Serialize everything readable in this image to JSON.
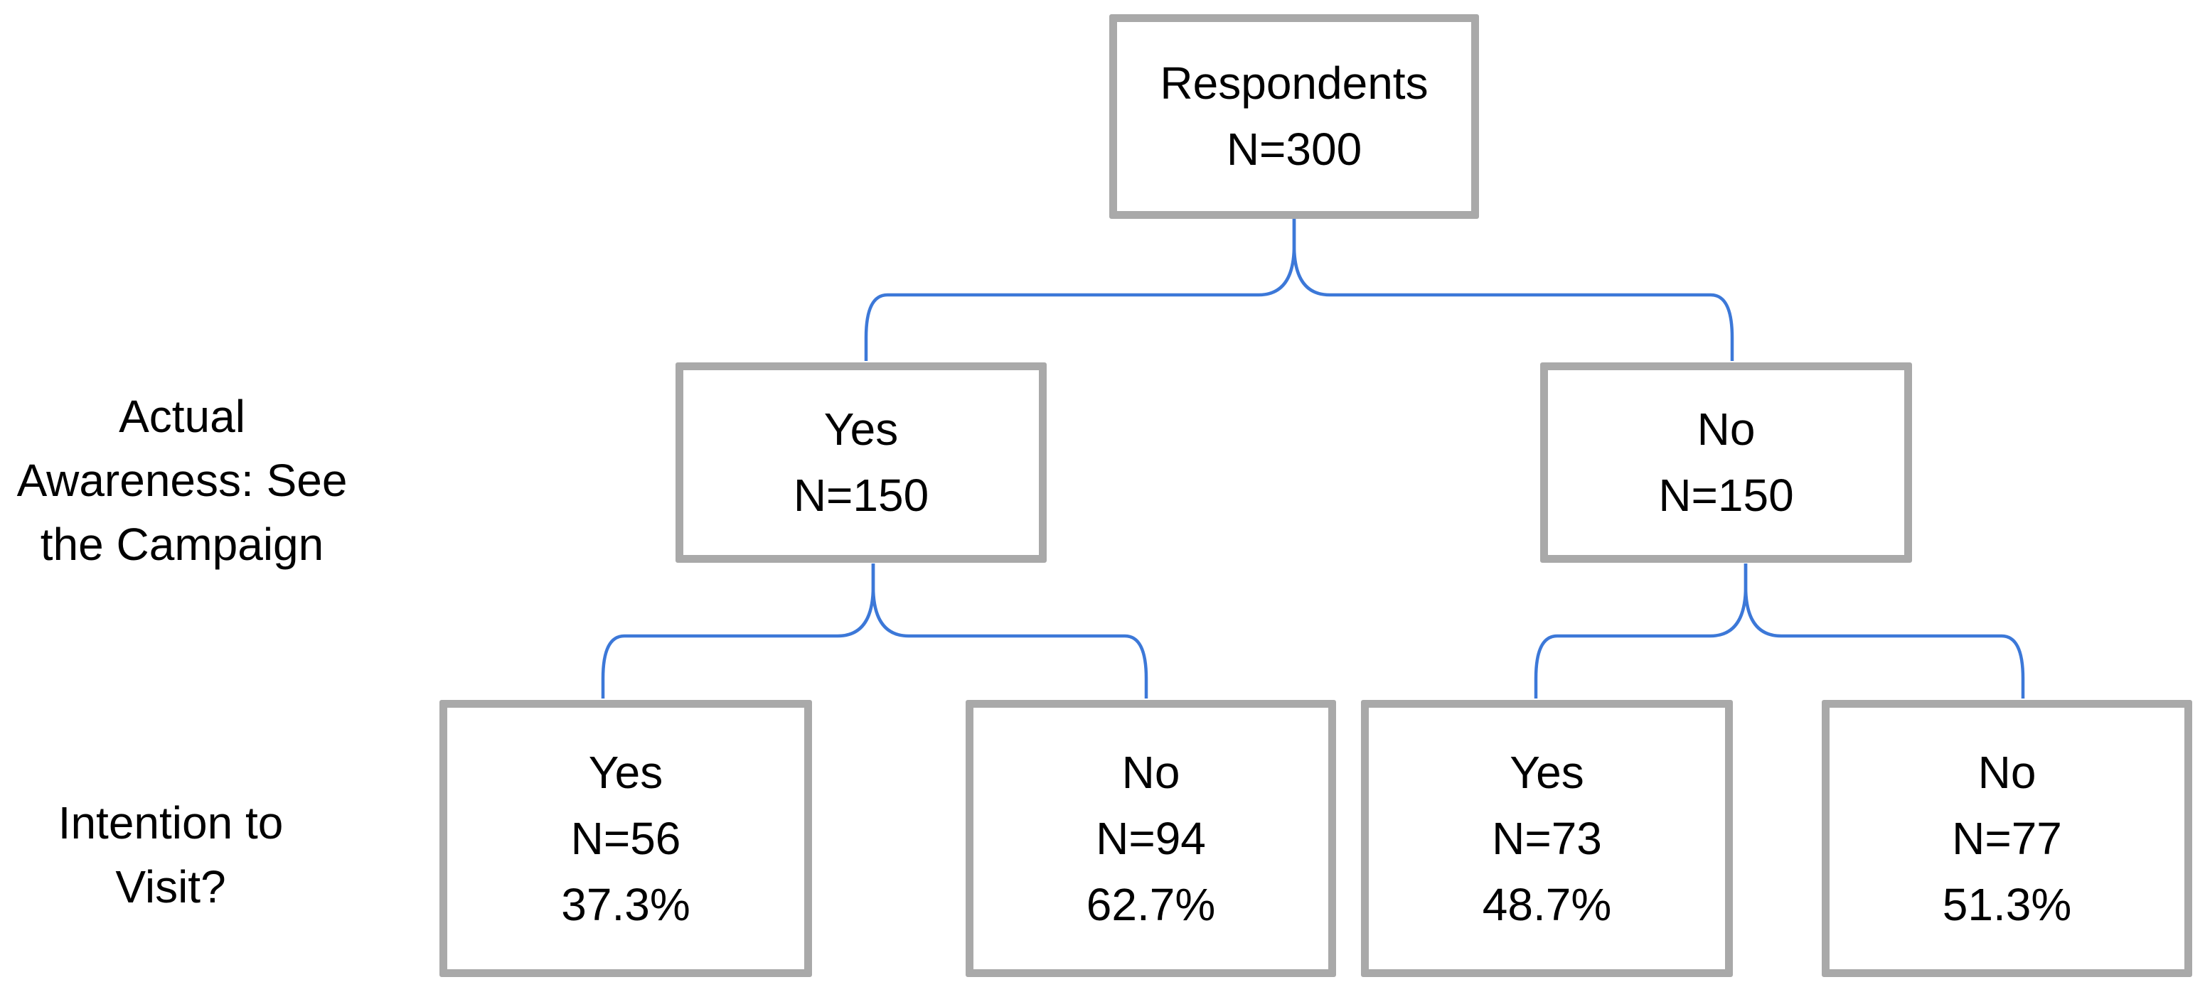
{
  "diagram": {
    "type": "survey-split-tree",
    "colors": {
      "connector": "#3c78d8",
      "box_border": "#a9a9a9",
      "text": "#000000",
      "background": "#ffffff"
    },
    "root": {
      "label": "Respondents",
      "count": "N=300"
    },
    "row_labels": {
      "awareness": {
        "line1": "Actual",
        "line2": "Awareness: See",
        "line3": "the Campaign"
      },
      "intention": {
        "line1": "Intention to",
        "line2": "Visit?"
      }
    },
    "level2": [
      {
        "label": "Yes",
        "count": "N=150"
      },
      {
        "label": "No",
        "count": "N=150"
      }
    ],
    "level3": [
      {
        "label": "Yes",
        "count": "N=56",
        "percent": "37.3%"
      },
      {
        "label": "No",
        "count": "N=94",
        "percent": "62.7%"
      },
      {
        "label": "Yes",
        "count": "N=73",
        "percent": "48.7%"
      },
      {
        "label": "No",
        "count": "N=77",
        "percent": "51.3%"
      }
    ]
  }
}
